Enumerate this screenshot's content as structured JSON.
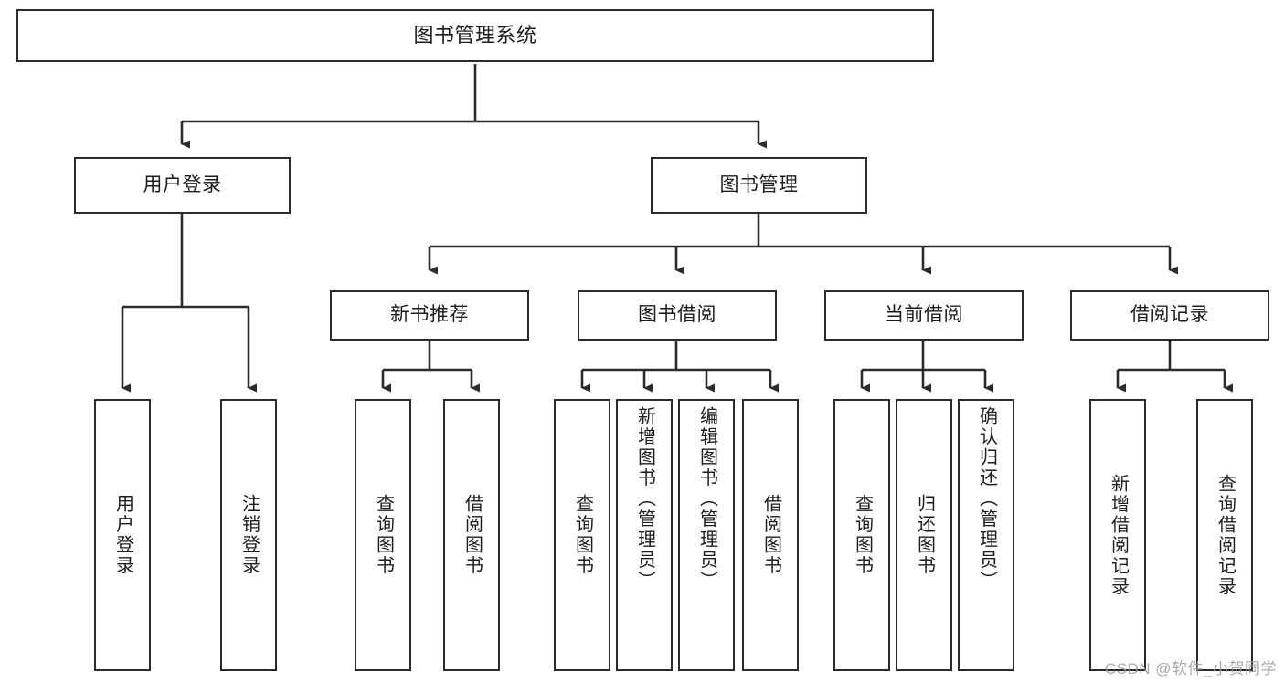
{
  "diagram": {
    "title": "图书管理系统",
    "type": "tree",
    "colors": {
      "border": "#2b2b2b",
      "text": "#1c1c1c",
      "background": "#ffffff",
      "edge": "#2b2b2b",
      "watermark": "#9a9a9a"
    },
    "watermark": "CSDN @软件_小贺同学",
    "nodes": {
      "root": {
        "label": "图书管理系统"
      },
      "level1": [
        {
          "label": "用户登录"
        },
        {
          "label": "图书管理"
        }
      ],
      "level2": [
        {
          "label": "新书推荐"
        },
        {
          "label": "图书借阅"
        },
        {
          "label": "当前借阅"
        },
        {
          "label": "借阅记录"
        }
      ],
      "leaves": {
        "user_login": [
          {
            "label": "用户登录"
          },
          {
            "label": "注销登录"
          }
        ],
        "new_book_recommend": [
          {
            "label": "查询图书"
          },
          {
            "label": "借阅图书"
          }
        ],
        "book_borrow": [
          {
            "label": "查询图书"
          },
          {
            "label": "新增图书（管理员）"
          },
          {
            "label": "编辑图书（管理员）"
          },
          {
            "label": "借阅图书"
          }
        ],
        "current_borrow": [
          {
            "label": "查询图书"
          },
          {
            "label": "归还图书"
          },
          {
            "label": "确认归还（管理员）"
          }
        ],
        "borrow_record": [
          {
            "label": "新增借阅记录"
          },
          {
            "label": "查询借阅记录"
          }
        ]
      }
    }
  }
}
